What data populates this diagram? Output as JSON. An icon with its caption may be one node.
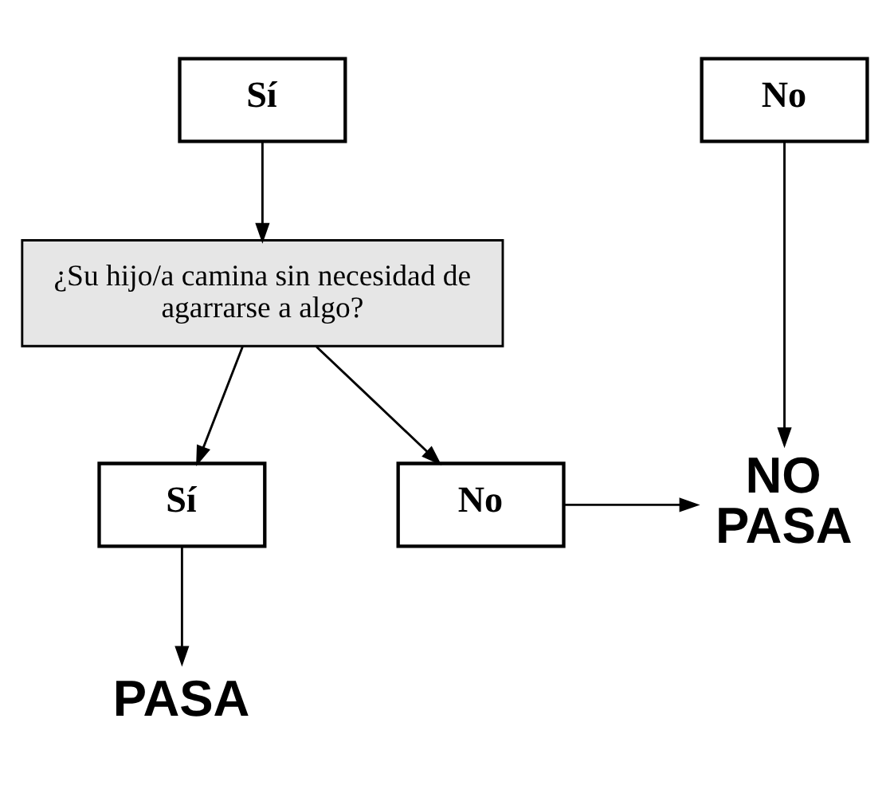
{
  "diagram": {
    "nodes": [
      {
        "text": [
          "Sí"
        ]
      },
      {
        "text": [
          "No"
        ]
      },
      {
        "text": [
          "¿Su hijo/a camina sin necesidad de agarrarse a algo?"
        ]
      },
      {
        "text": [
          "Sí"
        ]
      },
      {
        "text": [
          "No"
        ]
      },
      {
        "text": [
          "NO PASA"
        ]
      },
      {
        "text": [
          "PASA"
        ]
      }
    ],
    "edges": [
      {
        "from": 0,
        "to": 2,
        "arrow": "to"
      },
      {
        "from": 2,
        "to": 3,
        "arrow": "to"
      },
      {
        "from": 2,
        "to": 4,
        "arrow": "to"
      },
      {
        "from": 1,
        "to": 5,
        "arrow": "to"
      },
      {
        "from": 4,
        "to": 5,
        "arrow": "to"
      },
      {
        "from": 3,
        "to": 6,
        "arrow": "to"
      }
    ]
  }
}
